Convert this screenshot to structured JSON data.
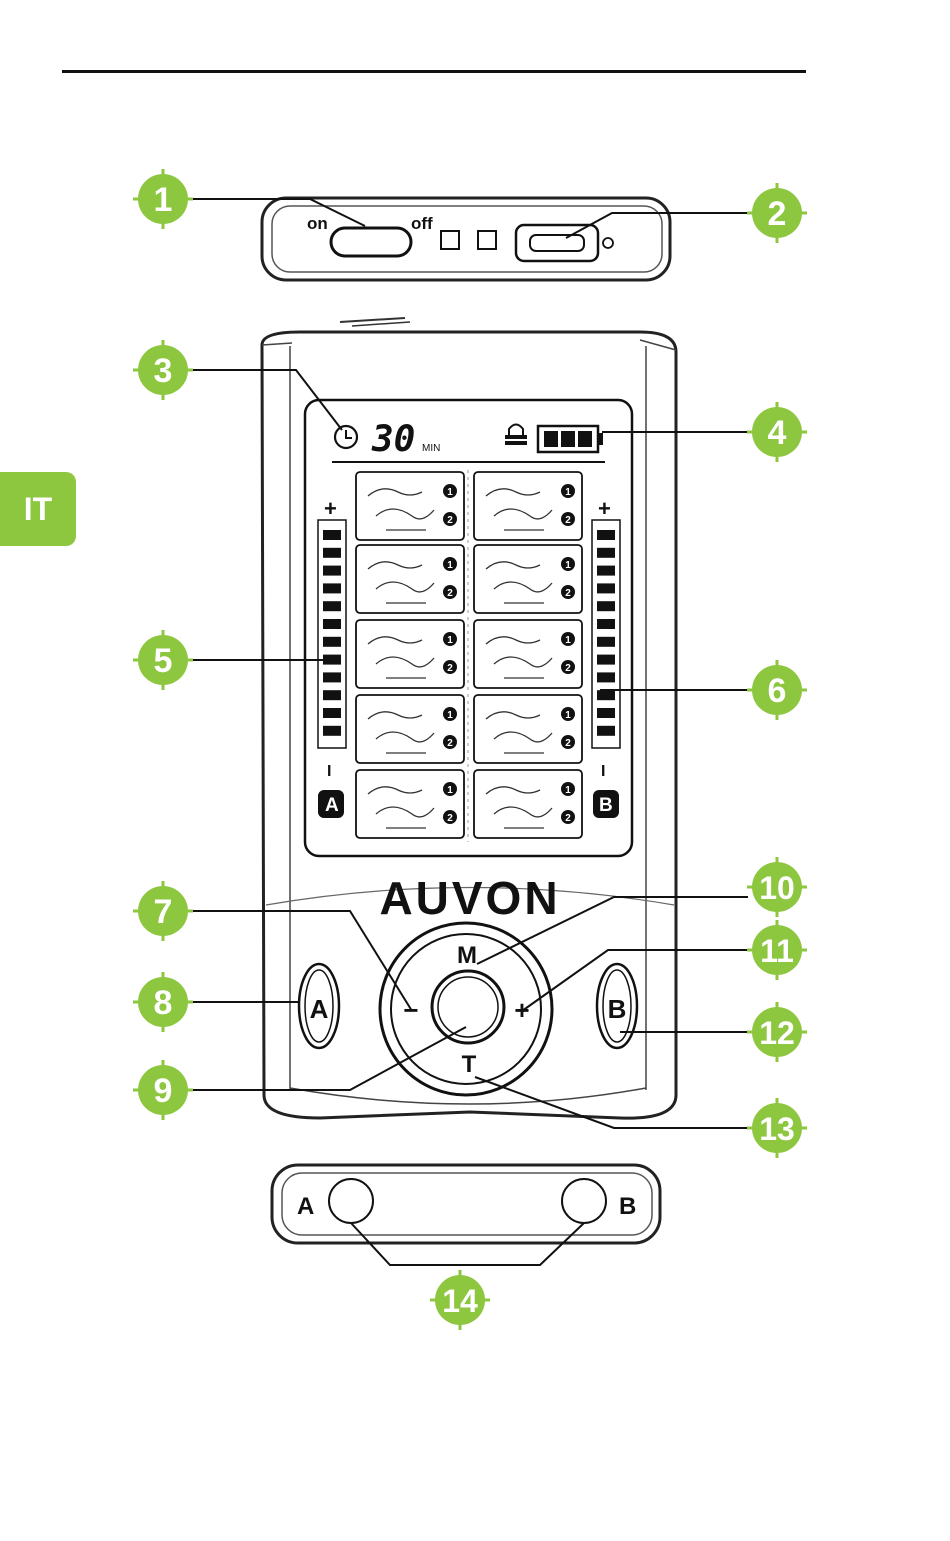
{
  "language_tab": "IT",
  "brand": "AUVON",
  "top_panel": {
    "on_label": "on",
    "off_label": "off"
  },
  "display": {
    "timer_value": "30",
    "timer_unit": "MIN",
    "level_plus": "+",
    "level_minus": "I",
    "channel_a": "A",
    "channel_b": "B",
    "program_sub_1": "1",
    "program_sub_2": "2"
  },
  "keypad": {
    "m": "M",
    "minus": "−",
    "plus": "+",
    "t": "T",
    "a": "A",
    "b": "B"
  },
  "bottom_panel": {
    "a": "A",
    "b": "B"
  },
  "callouts": [
    "1",
    "2",
    "3",
    "4",
    "5",
    "6",
    "7",
    "8",
    "9",
    "10",
    "11",
    "12",
    "13",
    "14"
  ],
  "colors": {
    "callout_green": "#8dc63f",
    "line": "#111111"
  }
}
